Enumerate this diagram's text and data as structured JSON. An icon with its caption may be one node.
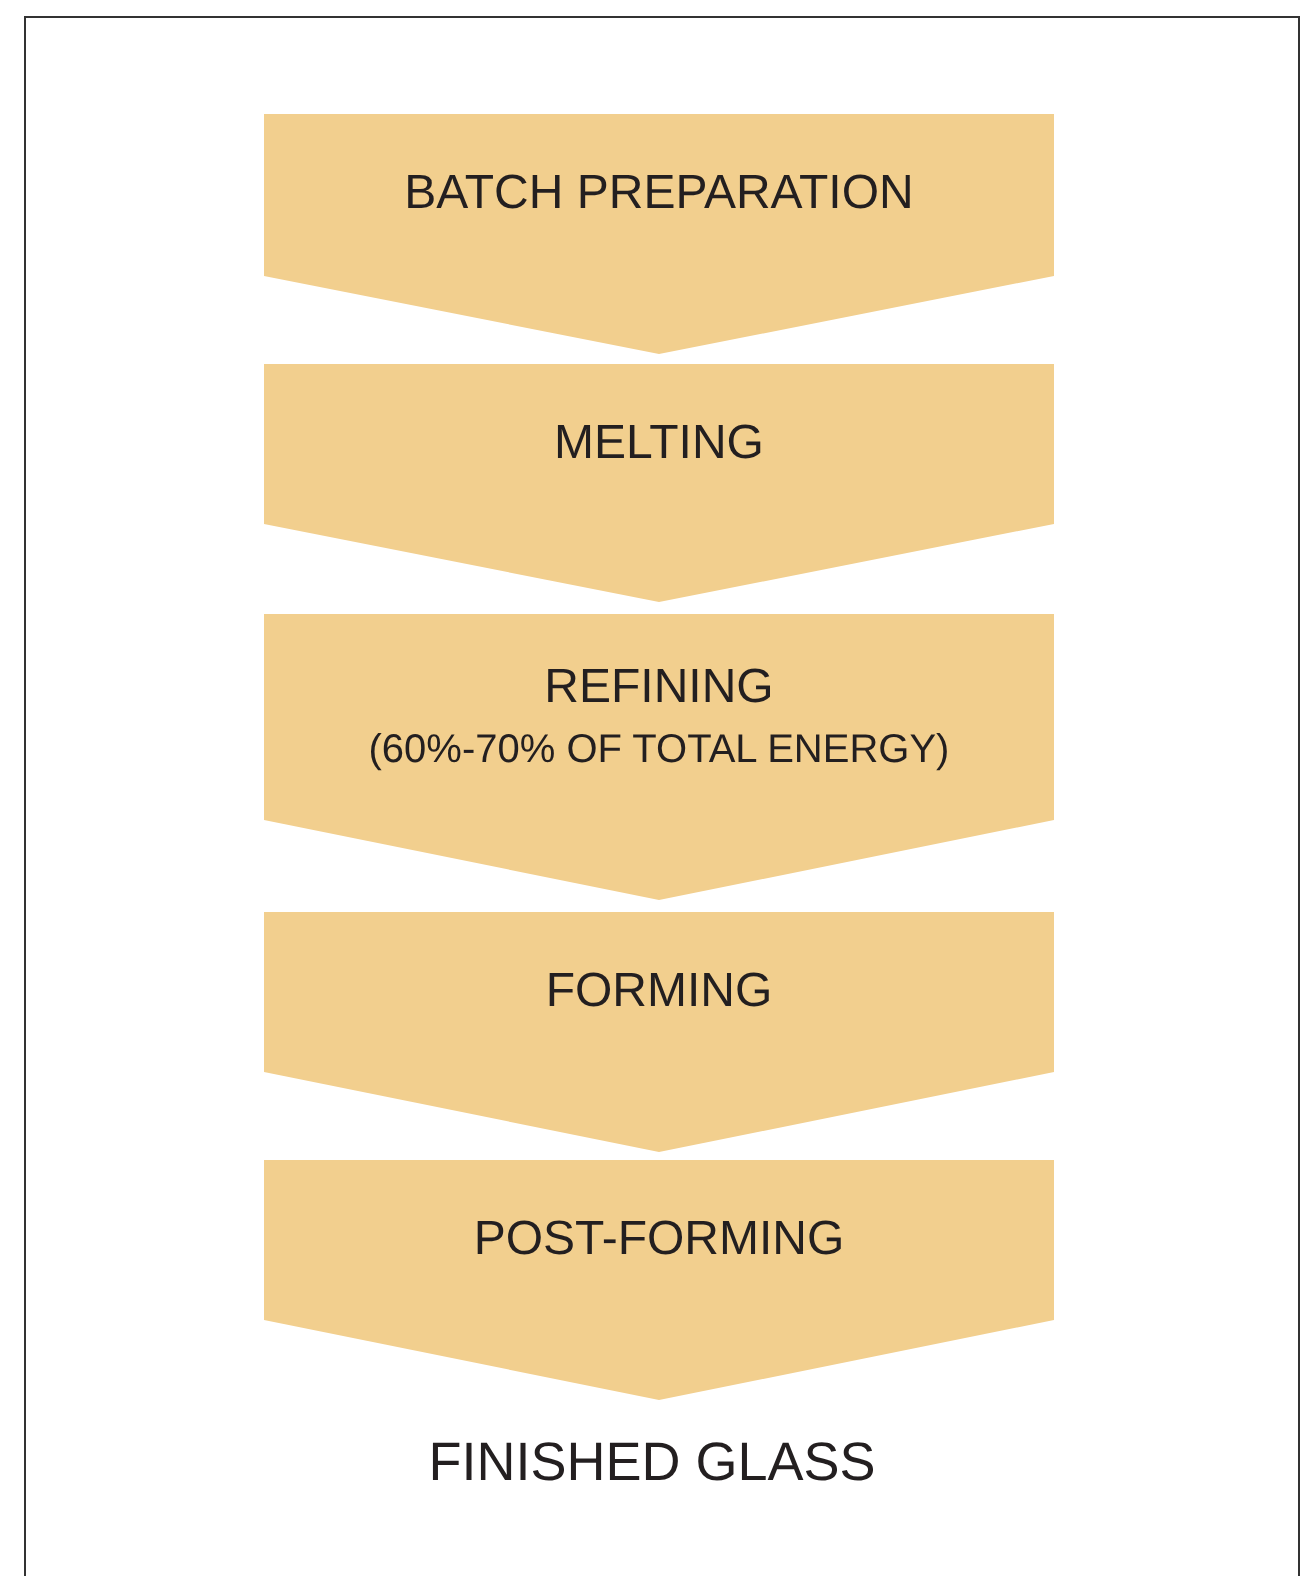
{
  "diagram": {
    "nodes": [
      {
        "text": [
          "BATCH PREPARATION"
        ]
      },
      {
        "text": [
          "MELTING"
        ]
      },
      {
        "text": [
          "REFINING",
          "(60%-70% OF TOTAL ENERGY)"
        ]
      },
      {
        "text": [
          "FORMING"
        ]
      },
      {
        "text": [
          "POST-FORMING"
        ]
      },
      {
        "text": [
          "FINISHED GLASS"
        ]
      }
    ]
  }
}
